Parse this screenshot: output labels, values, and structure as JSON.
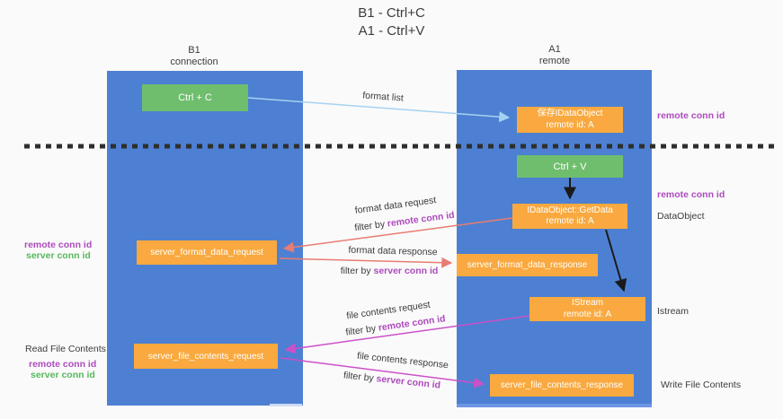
{
  "title": {
    "line1": "B1 - Ctrl+C",
    "line2": "A1 - Ctrl+V"
  },
  "lanes": {
    "left": {
      "title": "B1",
      "subtitle": "connection"
    },
    "right": {
      "title": "A1",
      "subtitle": "remote"
    }
  },
  "nodes": {
    "ctrl_c": {
      "label": "Ctrl + C"
    },
    "ctrl_v": {
      "label": "Ctrl + V"
    },
    "save_dataobject": {
      "line1": "保存IDataObject",
      "line2": "remote id: A"
    },
    "getdata": {
      "line1": "IDataObject::GetData",
      "line2": "remote id: A"
    },
    "istream": {
      "line1": "IStream",
      "line2": "remote id: A"
    },
    "format_request": {
      "label": "server_format_data_request"
    },
    "format_response": {
      "label": "server_format_data_response"
    },
    "file_request": {
      "label": "server_file_contents_request"
    },
    "file_response": {
      "label": "server_file_contents_response"
    }
  },
  "edges": {
    "format_list": "format list",
    "format_data_request": "format data request",
    "format_data_response": "format data response",
    "file_contents_request": "file contents request",
    "file_contents_response": "file contents response",
    "filters": [
      {
        "prefix": "filter by ",
        "key": "remote conn id"
      },
      {
        "prefix": "filter by ",
        "key": "server conn id"
      },
      {
        "prefix": "filter by ",
        "key": "remote conn id"
      },
      {
        "prefix": "filter by ",
        "key": "server conn id"
      }
    ]
  },
  "annotations": {
    "right": [
      {
        "text": "remote conn id"
      },
      {
        "text": "remote conn id"
      },
      {
        "text": "DataObject"
      },
      {
        "text": "Istream"
      },
      {
        "text": "Write File Contents"
      }
    ],
    "left": [
      {
        "text": "remote conn id"
      },
      {
        "text": "server conn id"
      },
      {
        "text": "Read File Contents"
      },
      {
        "text": "remote conn id"
      },
      {
        "text": "server conn id"
      }
    ]
  },
  "colors": {
    "lane_blue": "#4d80d2",
    "box_orange": "#f9a93f",
    "box_green": "#6fbe6e",
    "arrow_light_blue": "#a5d2f3",
    "arrow_black": "#1a1a1a",
    "arrow_red": "#e97c72",
    "arrow_magenta": "#cc50c8",
    "purple_text": "#ad4bbd",
    "green_text": "#56b95c"
  }
}
